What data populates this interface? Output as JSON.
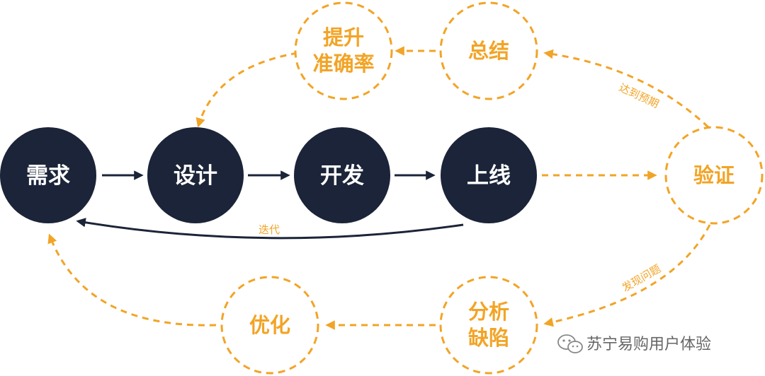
{
  "main_flow": {
    "demand": "需求",
    "design": "设计",
    "develop": "开发",
    "launch": "上线"
  },
  "feedback": {
    "verify": "验证",
    "summary": "总结",
    "improve": [
      "提升",
      "准确率"
    ],
    "analyze": [
      "分析",
      "缺陷"
    ],
    "optimize": "优化"
  },
  "edge_labels": {
    "iterate": "迭代",
    "meet_expectation": "达到预期",
    "find_issue": "发现问题"
  },
  "watermark": {
    "text": "苏宁易购用户体验",
    "icon": "wechat-icon"
  },
  "colors": {
    "dark_node": "#1b2438",
    "accent": "#f2a426"
  }
}
